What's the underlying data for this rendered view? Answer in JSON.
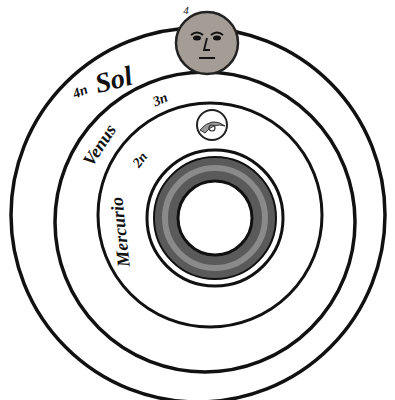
{
  "diagram": {
    "labels": [
      "4",
      "4n",
      "Sol",
      "3n",
      "Venus",
      "2n",
      "Mercurio"
    ]
  }
}
